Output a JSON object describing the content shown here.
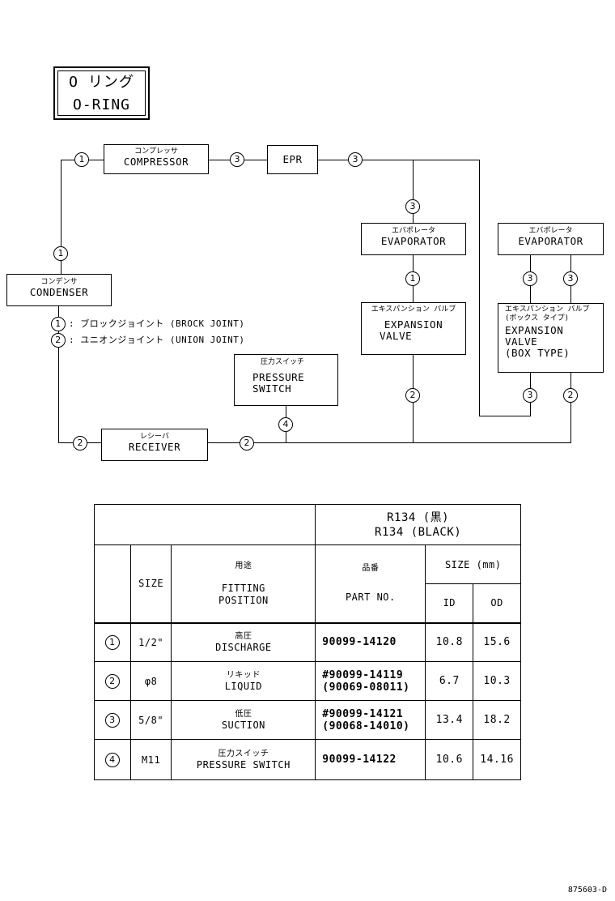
{
  "title": {
    "jp": "O リング",
    "en": "O-RING"
  },
  "components": {
    "compressor": {
      "jp": "コンプレッサ",
      "en": "COMPRESSOR"
    },
    "epr": {
      "en": "EPR"
    },
    "condenser": {
      "jp": "コンデンサ",
      "en": "CONDENSER"
    },
    "evaporator1": {
      "jp": "エバポレータ",
      "en": "EVAPORATOR"
    },
    "expansion1": {
      "jp": "エキスパンション バルブ",
      "en1": "EXPANSION",
      "en2": "VALVE"
    },
    "evaporator2": {
      "jp": "エバポレータ",
      "en": "EVAPORATOR"
    },
    "expansion2": {
      "jp1": "エキスパンション バルブ",
      "jp2": "(ボックス タイプ)",
      "en1": "EXPANSION",
      "en2": "VALVE",
      "en3": "(BOX TYPE)"
    },
    "pressure_switch": {
      "jp": "圧力スイッチ",
      "en1": "PRESSURE",
      "en2": "SWITCH"
    },
    "receiver": {
      "jp": "レシーバ",
      "en": "RECEIVER"
    }
  },
  "markers": {
    "one": "1",
    "two": "2",
    "three": "3",
    "four": "4"
  },
  "legend": [
    {
      "num": "1",
      "text": ": ブロックジョイント (BROCK JOINT)"
    },
    {
      "num": "2",
      "text": ": ユニオンジョイント (UNION JOINT)"
    }
  ],
  "table": {
    "r134_jp": "R134 (黒)",
    "r134_en": "R134 (BLACK)",
    "h_size": "SIZE",
    "h_fitting_jp": "用途",
    "h_fitting_en1": "FITTING",
    "h_fitting_en2": "POSITION",
    "h_part_jp": "品番",
    "h_part_en": "PART NO.",
    "h_sizemm": "SIZE (mm)",
    "h_id": "ID",
    "h_od": "OD",
    "rows": [
      {
        "num": "1",
        "size": "1/2\"",
        "jp": "高圧",
        "en": "DISCHARGE",
        "part1": "90099-14120",
        "part2": "",
        "id": "10.8",
        "od": "15.6"
      },
      {
        "num": "2",
        "size": "φ8",
        "jp": "リキッド",
        "en": "LIQUID",
        "part1": "#90099-14119",
        "part2": "(90069-08011)",
        "id": "6.7",
        "od": "10.3"
      },
      {
        "num": "3",
        "size": "5/8\"",
        "jp": "低圧",
        "en": "SUCTION",
        "part1": "#90099-14121",
        "part2": "(90068-14010)",
        "id": "13.4",
        "od": "18.2"
      },
      {
        "num": "4",
        "size": "M11",
        "jp": "圧力スイッチ",
        "en": "PRESSURE SWITCH",
        "part1": "90099-14122",
        "part2": "",
        "id": "10.6",
        "od": "14.16"
      }
    ]
  },
  "doc_code": "875603-D"
}
